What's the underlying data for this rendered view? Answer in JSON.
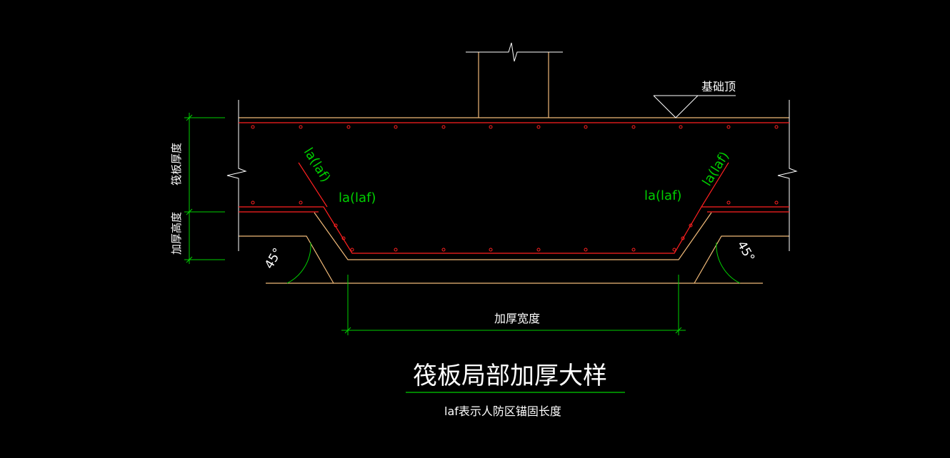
{
  "drawing": {
    "title": "筏板局部加厚大样",
    "note": "laf表示人防区锚固长度",
    "foundation_top_label": "基础顶",
    "raft_thickness_label": "筏板厚度",
    "thickening_height_label": "加厚高度",
    "thickening_width_label": "加厚宽度",
    "anchor_label": "la(laf)",
    "angle_label": "45°"
  },
  "colors": {
    "background": "#000000",
    "concrete_outline": "#f0b978",
    "rebar": "#ff2020",
    "dimension": "#00d000",
    "text": "#ffffff",
    "anchor_text": "#00d000",
    "leader": "#ffffff"
  }
}
